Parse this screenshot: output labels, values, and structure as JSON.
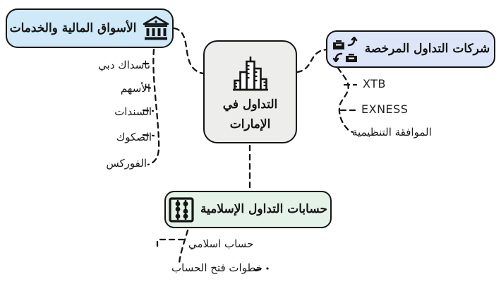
{
  "diagram": {
    "title": "خريطة ذهنية: التداول في الإمارات",
    "central": {
      "title_line1": "التداول في",
      "title_line2": "الإمارات",
      "icon": "city-buildings-icon",
      "fill": "#ededeb"
    },
    "branches": [
      {
        "id": "financial-markets",
        "label": "الأسواق المالية والخدمات",
        "icon": "bank-icon",
        "fill": "#cfe9f8",
        "children": [
          "ناسداك دبي",
          "الأسهم",
          "السندات",
          "الصكوك",
          "الفوركس"
        ]
      },
      {
        "id": "licensed-brokers",
        "label": "شركات التداول المرخصة",
        "icon": "briefcase-exchange-icon",
        "fill": "#dde6f8",
        "children": [
          "XTB",
          "EXNESS",
          "الموافقة التنظيمية"
        ]
      },
      {
        "id": "islamic-accounts",
        "label": "حسابات التداول الإسلامية",
        "icon": "abacus-icon",
        "fill": "#e4f2e7",
        "children": [
          "حساب اسلامي",
          "خطوات فتح الحساب"
        ]
      }
    ],
    "colors": {
      "background": "#ffffff",
      "border": "#151515",
      "connector": "#151515",
      "text": "#1a1a1a"
    }
  }
}
